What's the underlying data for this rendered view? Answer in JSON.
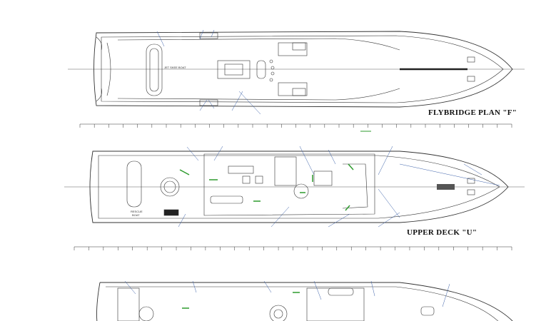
{
  "decks": [
    {
      "title": "FLYBRIDGE PLAN \"F\"",
      "labels": [
        "JET SKEE BOAT"
      ]
    },
    {
      "title": "UPPER DECK \"U\"",
      "labels": [
        "RESCUE",
        "BOAT"
      ]
    },
    {
      "title": "",
      "labels": []
    }
  ],
  "colors": {
    "lines": "#333333",
    "annotation": "#3a5fa8",
    "arrow": "#2e9b2e"
  }
}
